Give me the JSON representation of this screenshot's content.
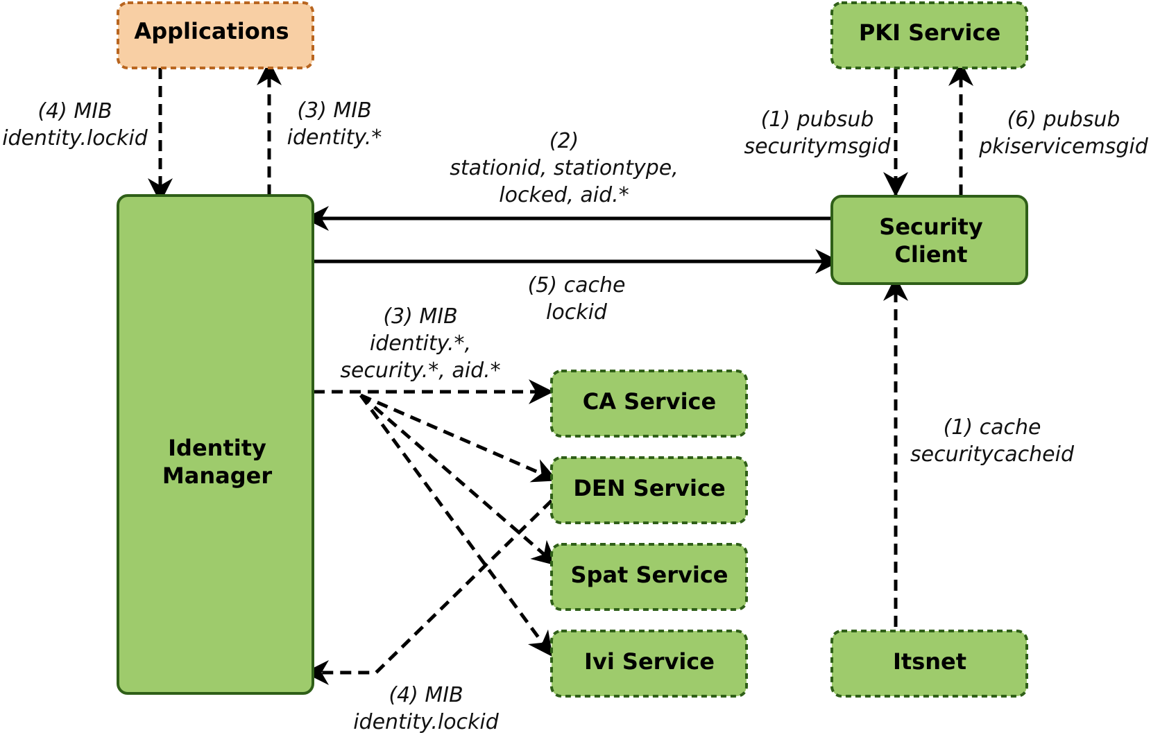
{
  "colors": {
    "green_fill": "#9ecb6c",
    "green_stroke": "#2f5f18",
    "orange_fill": "#f8cfa4",
    "orange_stroke": "#b8651f",
    "edge": "#000000"
  },
  "nodes": {
    "applications": "Applications",
    "pki_service": "PKI Service",
    "identity_manager": [
      "Identity",
      "Manager"
    ],
    "security_client": [
      "Security",
      "Client"
    ],
    "ca_service": "CA Service",
    "den_service": "DEN Service",
    "spat_service": "Spat Service",
    "ivi_service": "Ivi Service",
    "itsnet": "Itsnet"
  },
  "edges": {
    "apps_to_idm": [
      "(4) MIB",
      "identity.lockid"
    ],
    "idm_to_apps": [
      "(3) MIB",
      "identity.*"
    ],
    "pki_to_sec": [
      "(1) pubsub",
      "securitymsgid"
    ],
    "sec_to_pki": [
      "(6) pubsub",
      "pkiservicemsgid"
    ],
    "sec_to_idm": [
      "(2)",
      "stationid, stationtype,",
      "locked, aid.*"
    ],
    "idm_to_sec": [
      "(5) cache",
      "lockid"
    ],
    "idm_to_services": [
      "(3) MIB",
      "identity.*,",
      "security.*, aid.*"
    ],
    "itsnet_to_sec": [
      "(1) cache",
      "securitycacheid"
    ],
    "den_to_idm": [
      "(4) MIB",
      "identity.lockid"
    ]
  }
}
